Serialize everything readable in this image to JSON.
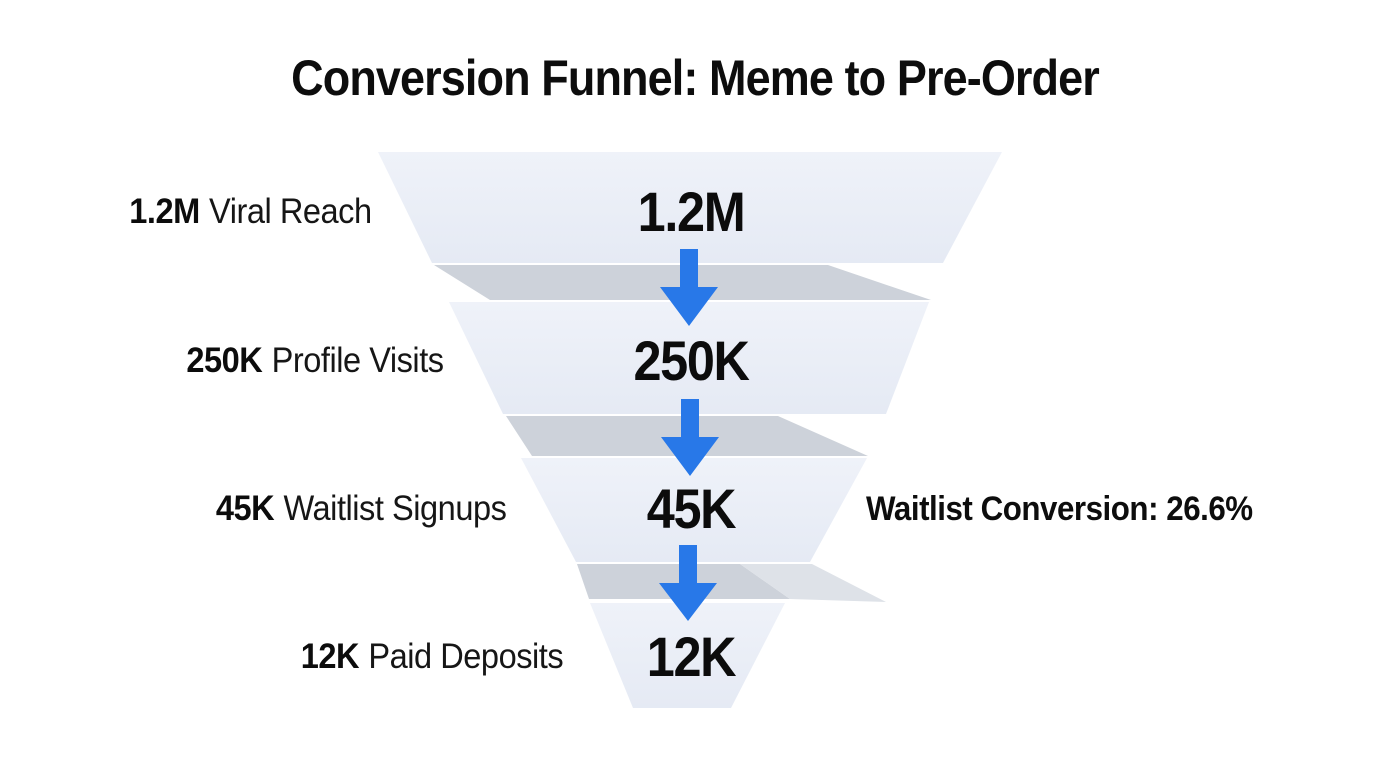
{
  "title": "Conversion Funnel: Meme to Pre-Order",
  "stages": [
    {
      "value": "1.2M",
      "name": "Viral Reach"
    },
    {
      "value": "250K",
      "name": "Profile Visits"
    },
    {
      "value": "45K",
      "name": "Waitlist Signups"
    },
    {
      "value": "12K",
      "name": "Paid Deposits"
    }
  ],
  "annotation": {
    "text": "Waitlist Conversion: 26.6%"
  },
  "colors": {
    "segment_top": "#eef1f9",
    "segment_bottom": "#e5eaf4",
    "band": "#cdd2da",
    "band_light": "#dee2e8",
    "arrow": "#2878e8",
    "text": "#111111",
    "background": "#ffffff"
  },
  "chart_data": {
    "type": "funnel",
    "title": "Conversion Funnel: Meme to Pre-Order",
    "categories": [
      "Viral Reach",
      "Profile Visits",
      "Waitlist Signups",
      "Paid Deposits"
    ],
    "values": [
      1200000,
      250000,
      45000,
      12000
    ],
    "value_labels": [
      "1.2M",
      "250K",
      "45K",
      "12K"
    ],
    "annotations": [
      {
        "text": "Waitlist Conversion: 26.6%",
        "stage": "Waitlist Signups",
        "position": "right"
      }
    ],
    "orientation": "vertical-inverted",
    "connector": "down-arrow",
    "legend": "none",
    "grid": false,
    "style": "stacked 3D trapezoid slabs, labels left, values centered in segments"
  }
}
